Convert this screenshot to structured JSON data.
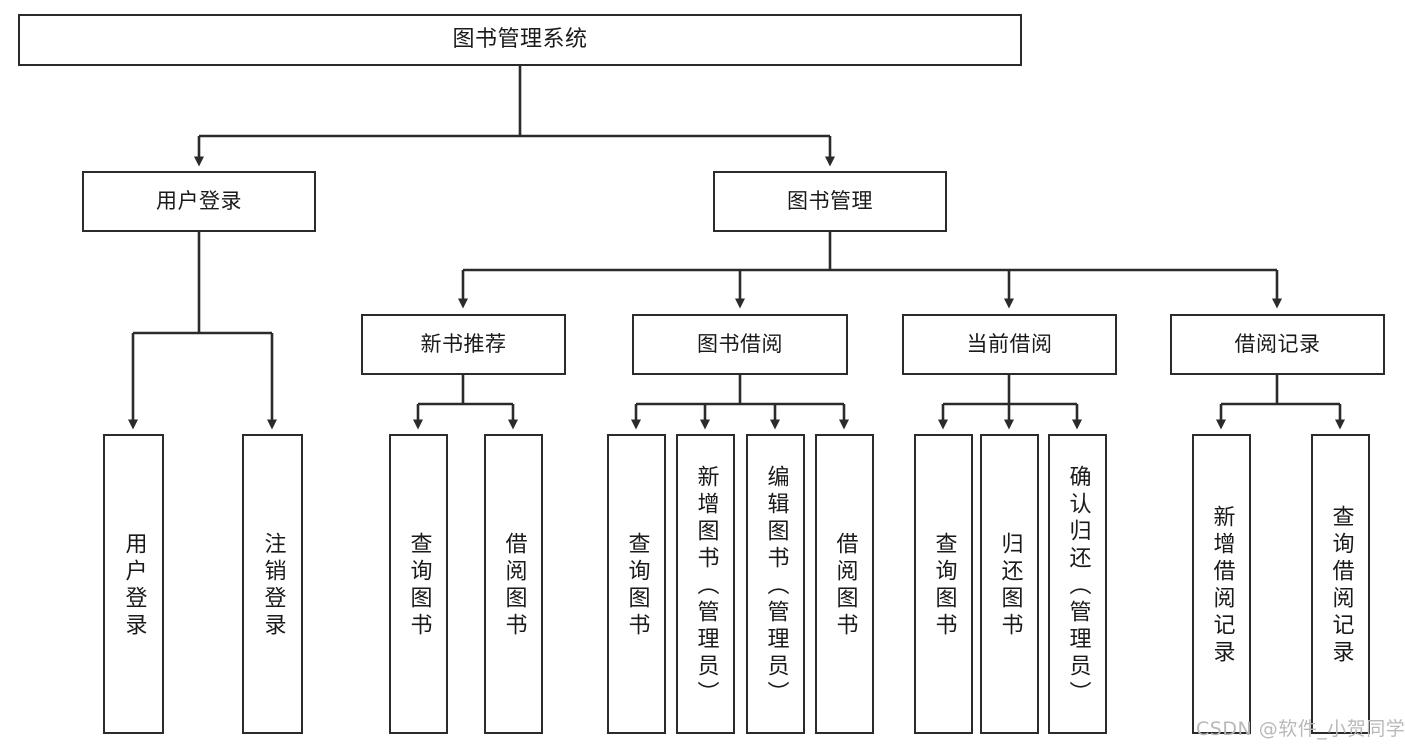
{
  "diagram": {
    "title": "图书管理系统",
    "type": "hierarchy-tree",
    "colors": {
      "stroke": "#2b2b2b",
      "fill": "#ffffff",
      "text": "#1a1a1a",
      "watermark": "#b9b9b9"
    },
    "nodes": {
      "root": {
        "label": "图书管理系统"
      },
      "level2": [
        {
          "label": "用户登录"
        },
        {
          "label": "图书管理"
        }
      ],
      "level3": [
        {
          "label": "新书推荐"
        },
        {
          "label": "图书借阅"
        },
        {
          "label": "当前借阅"
        },
        {
          "label": "借阅记录"
        }
      ],
      "leaves": {
        "user_login": [
          {
            "label": "用户登录"
          },
          {
            "label": "注销登录"
          }
        ],
        "new_book_recommend": [
          {
            "label": "查询图书"
          },
          {
            "label": "借阅图书"
          }
        ],
        "book_borrow": [
          {
            "label": "查询图书"
          },
          {
            "label": "新增图书（管理员）"
          },
          {
            "label": "编辑图书（管理员）"
          },
          {
            "label": "借阅图书"
          }
        ],
        "current_borrow": [
          {
            "label": "查询图书"
          },
          {
            "label": "归还图书"
          },
          {
            "label": "确认归还（管理员）"
          }
        ],
        "borrow_record": [
          {
            "label": "新增借阅记录"
          },
          {
            "label": "查询借阅记录"
          }
        ]
      }
    },
    "watermark": "CSDN @软件_小贺同学"
  }
}
